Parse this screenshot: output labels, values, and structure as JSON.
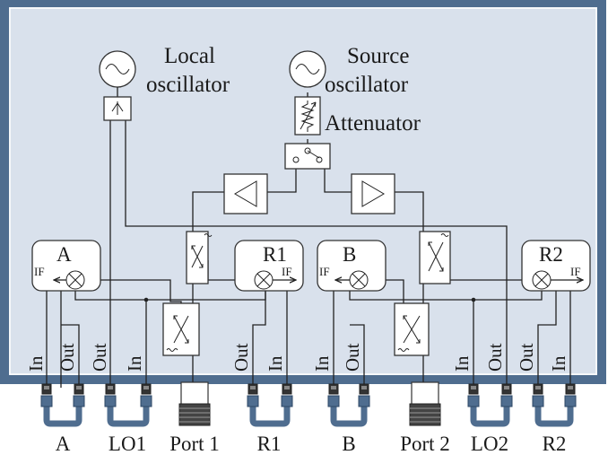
{
  "colors": {
    "panel_fill": "#d9e1ec",
    "panel_border": "#4f6d8f",
    "connector_blue": "#4f6d8f",
    "connector_dark": "#333333"
  },
  "oscillators": {
    "local": {
      "line1": "Local",
      "line2": "oscillator"
    },
    "source": {
      "line1": "Source",
      "line2": "oscillator"
    }
  },
  "attenuator_label": "Attenuator",
  "receivers": {
    "a": {
      "name": "A",
      "if": "IF"
    },
    "r1": {
      "name": "R1",
      "if": "IF"
    },
    "b": {
      "name": "B",
      "if": "IF"
    },
    "r2": {
      "name": "R2",
      "if": "IF"
    }
  },
  "port_labels": {
    "a_in": "In",
    "a_out": "Out",
    "lo1_out": "Out",
    "lo1_in": "In",
    "r1_out": "Out",
    "r1_in": "In",
    "b_in": "In",
    "b_out": "Out",
    "lo2_in": "In",
    "lo2_out": "Out",
    "r2_out": "Out",
    "r2_in": "In"
  },
  "front_labels": [
    "A",
    "LO1",
    "Port 1",
    "R1",
    "B",
    "Port 2",
    "LO2",
    "R2"
  ],
  "icons": [
    "sine-wave-icon",
    "splitter-icon",
    "attenuator-icon",
    "switch-icon",
    "amplifier-icon",
    "mixer-icon",
    "coupler-icon",
    "jumper-cable-icon",
    "port-connector-icon"
  ]
}
